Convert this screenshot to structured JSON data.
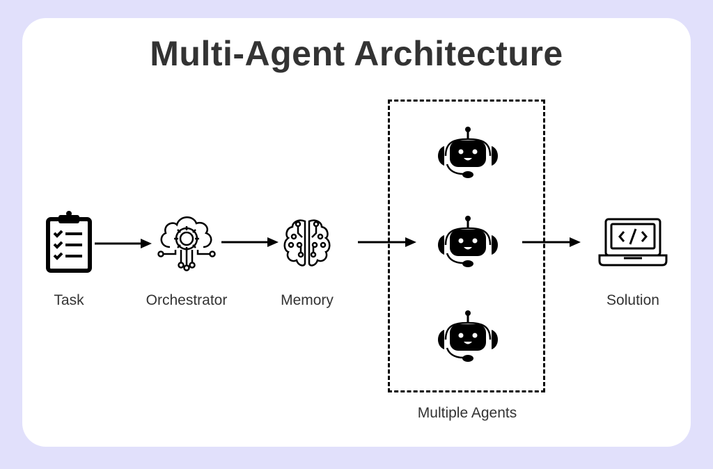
{
  "title": "Multi-Agent Architecture",
  "colors": {
    "background": "#e1e0fb",
    "card": "#ffffff",
    "text": "#333333",
    "stroke": "#000000"
  },
  "nodes": [
    {
      "id": "task",
      "label": "Task",
      "icon": "clipboard-checklist-icon"
    },
    {
      "id": "orchestrator",
      "label": "Orchestrator",
      "icon": "cloud-gear-network-icon"
    },
    {
      "id": "memory",
      "label": "Memory",
      "icon": "brain-circuit-icon"
    },
    {
      "id": "agents",
      "label": "Multiple Agents",
      "icon": "robot-headset-icon",
      "count": 3
    },
    {
      "id": "solution",
      "label": "Solution",
      "icon": "laptop-code-icon"
    }
  ],
  "edges": [
    {
      "from": "task",
      "to": "orchestrator"
    },
    {
      "from": "orchestrator",
      "to": "memory"
    },
    {
      "from": "memory",
      "to": "agents"
    },
    {
      "from": "agents",
      "to": "solution"
    }
  ]
}
